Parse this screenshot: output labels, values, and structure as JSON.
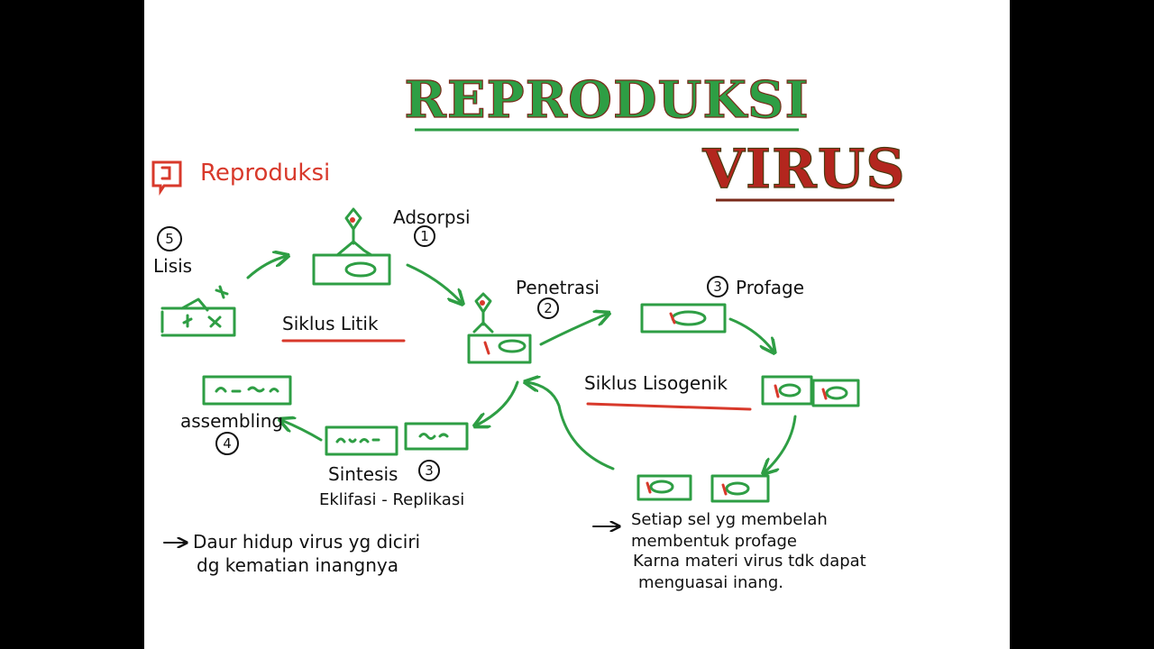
{
  "title": {
    "line1": "REPRODUKSI",
    "line2": "VIRUS"
  },
  "section_heading": "Reproduksi",
  "cycles": {
    "lytic": "Siklus Litik",
    "lysogenic": "Siklus Lisogenik"
  },
  "stages": [
    {
      "label": "Adsorpsi",
      "number": "1"
    },
    {
      "label": "Penetrasi",
      "number": "2"
    },
    {
      "label": "Sintesis",
      "number": "3"
    },
    {
      "label": "assembling",
      "number": "4"
    },
    {
      "label": "Lisis",
      "number": "5"
    },
    {
      "label": "Profage",
      "number": "3"
    }
  ],
  "sintesis_sub": "Eklifasi - Replikasi",
  "notes": {
    "lytic": [
      "Daur hidup virus yg diciri",
      "dg kematian inangnya"
    ],
    "lysogenic": [
      "Setiap sel yg membelah",
      "membentuk profage",
      "Karna materi virus tdk dapat",
      "menguasai inang."
    ]
  },
  "colors": {
    "green": "#2e9e44",
    "red": "#d8392b",
    "title_green": "#2e9e44",
    "title_red": "#b3261e"
  }
}
